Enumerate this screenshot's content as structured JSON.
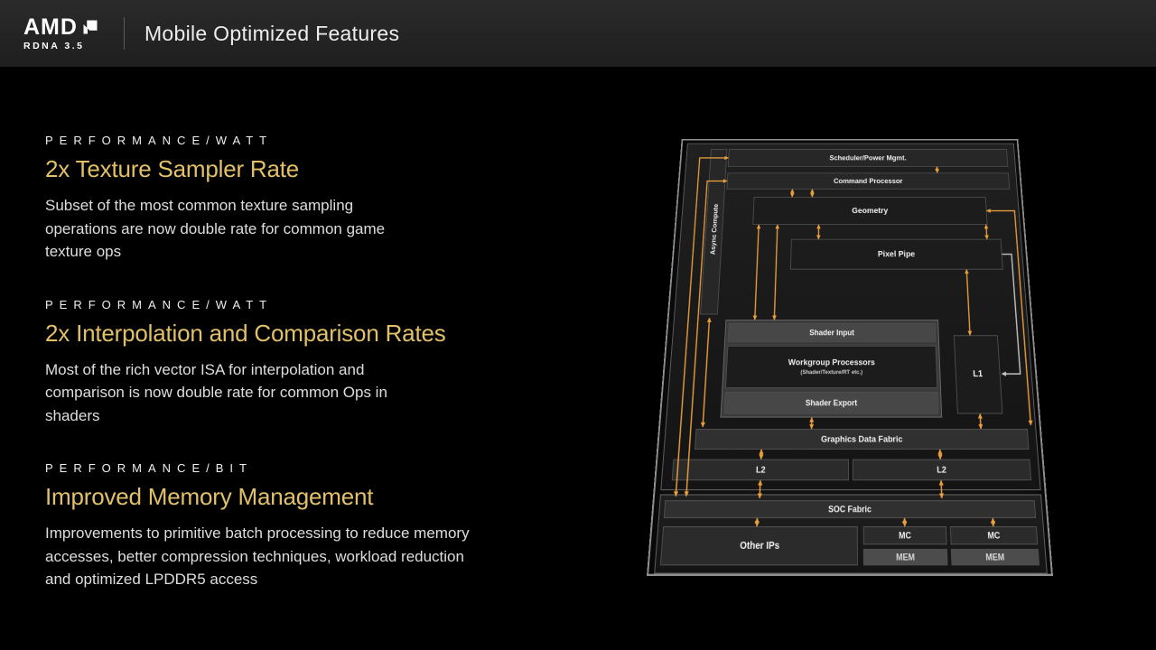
{
  "header": {
    "logo_text": "AMD",
    "logo_sub": "RDNA 3.5",
    "title": "Mobile Optimized Features"
  },
  "sections": [
    {
      "eyebrow": "PERFORMANCE/WATT",
      "title": "2x Texture Sampler Rate",
      "body": "Subset of the most common texture sampling\noperations are now double rate for common game\ntexture ops"
    },
    {
      "eyebrow": "PERFORMANCE/WATT",
      "title": "2x Interpolation and Comparison Rates",
      "body": "Most of the rich vector ISA for interpolation and\ncomparison is now double rate for common Ops in\nshaders"
    },
    {
      "eyebrow": "PERFORMANCE/BIT",
      "title": "Improved Memory Management",
      "body": "Improvements to primitive batch processing to reduce memory\naccesses, better compression techniques, workload reduction\nand optimized LPDDR5 access"
    }
  ],
  "diagram": {
    "blocks": {
      "scheduler": "Scheduler/Power Mgmt.",
      "command": "Command Processor",
      "geometry": "Geometry",
      "pixel_pipe": "Pixel Pipe",
      "async_compute": "Async Compute",
      "shader_input": "Shader Input",
      "workgroup": "Workgroup Processors",
      "workgroup_sub": "(Shader/Texture/RT etc.)",
      "shader_export": "Shader Export",
      "l1": "L1",
      "graphics_data_fabric": "Graphics Data Fabric",
      "l2_left": "L2",
      "l2_right": "L2",
      "soc_fabric": "SOC Fabric",
      "other_ips": "Other IPs",
      "mc_left": "MC",
      "mc_right": "MC",
      "mem_left": "MEM",
      "mem_right": "MEM"
    },
    "colors": {
      "arrow": "#EDA03E",
      "link_line": "#C8C8C8"
    }
  },
  "colors": {
    "background": "#000000",
    "header_bg": "#242424",
    "accent_gold": "#E2C06A"
  }
}
